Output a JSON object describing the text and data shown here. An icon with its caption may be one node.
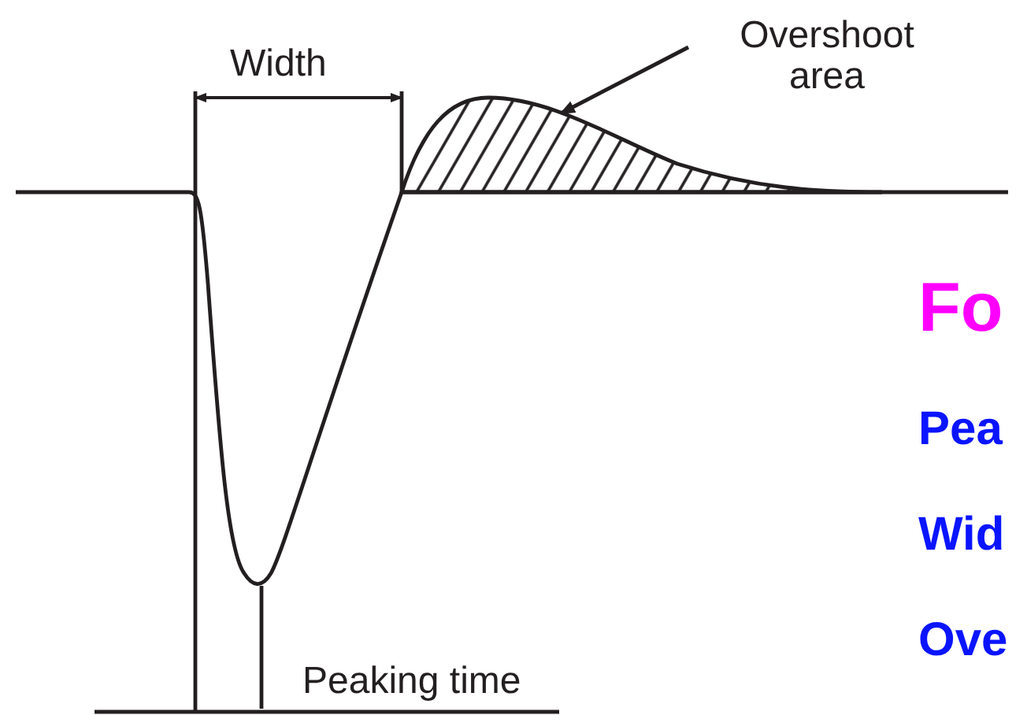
{
  "diagram": {
    "nodes": [
      {
        "text": [
          "Overshoot area"
        ]
      },
      {
        "text": [],
        "shape": "region"
      }
    ],
    "edges": [
      {
        "from": 0,
        "to": 1,
        "arrow": "to"
      }
    ],
    "labels": [
      "Width",
      "Peaking time",
      "Fo",
      "Pea",
      "Wid",
      "Ove"
    ]
  }
}
